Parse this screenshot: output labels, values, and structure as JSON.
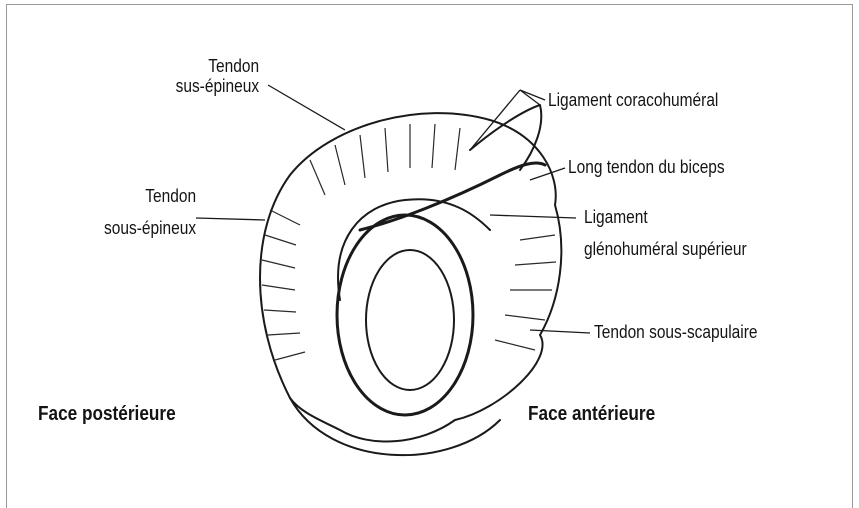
{
  "labels": {
    "sus_epineux_1": "Tendon",
    "sus_epineux_2": "sus-épineux",
    "sous_epineux_1": "Tendon",
    "sous_epineux_2": "sous-épineux",
    "coracohumeral": "Ligament coracohuméral",
    "biceps": "Long tendon du biceps",
    "glenohumeral_1": "Ligament",
    "glenohumeral_2": "glénohuméral supérieur",
    "sous_scapulaire": "Tendon sous-scapulaire",
    "face_posterieure": "Face postérieure",
    "face_anterieure": "Face antérieure"
  }
}
